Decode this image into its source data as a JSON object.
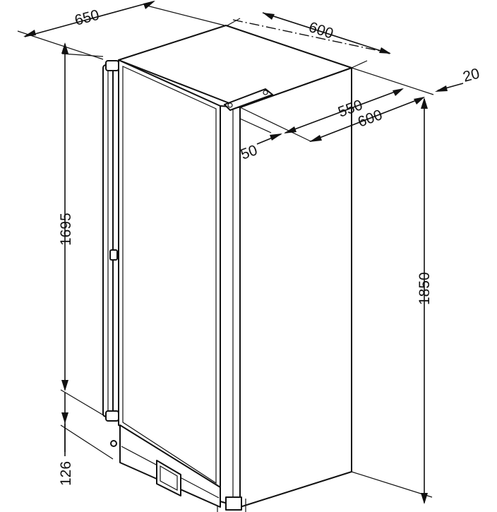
{
  "dimensions": {
    "width_overall": "650",
    "depth_top": "600",
    "gap_wall": "20",
    "depth_550": "550",
    "depth_600": "600",
    "door_offset": "50",
    "height_door": "1695",
    "height_total": "1850",
    "height_base": "126"
  }
}
